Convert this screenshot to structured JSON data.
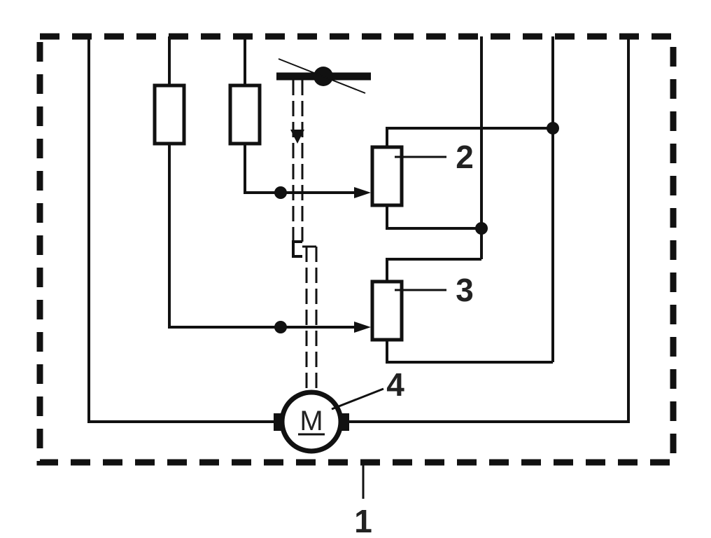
{
  "diagram": {
    "callouts": {
      "enclosure": "1",
      "potentiometer_upper": "2",
      "potentiometer_lower": "3",
      "motor": "4"
    },
    "motor_symbol": "M"
  },
  "colors": {
    "ink": "#111111",
    "background": "#ffffff"
  }
}
